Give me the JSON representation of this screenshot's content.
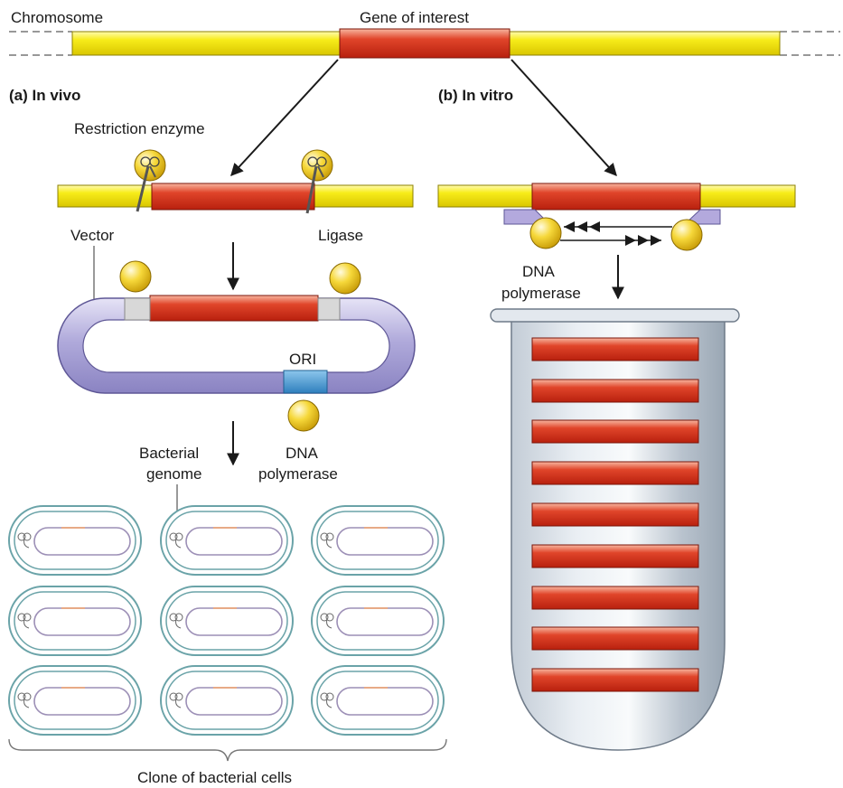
{
  "labels": {
    "chromosome": "Chromosome",
    "gene_of_interest": "Gene of interest",
    "in_vivo": "(a) In vivo",
    "in_vitro": "(b) In vitro",
    "restriction_enzyme": "Restriction enzyme",
    "vector": "Vector",
    "ligase": "Ligase",
    "ori": "ORI",
    "dna_polymerase_left_1": "DNA",
    "dna_polymerase_left_2": "polymerase",
    "bacterial_genome_1": "Bacterial",
    "bacterial_genome_2": "genome",
    "dna_polymerase_right_1": "DNA",
    "dna_polymerase_right_2": "polymerase",
    "clone_of_bacterial_cells": "Clone of bacterial cells"
  },
  "colors": {
    "chromosome_yellow": "#f2e500",
    "gene_red": "#d8301c",
    "vector_purple": "#a9a3d6",
    "ori_blue": "#3e8fc9",
    "enzyme_yellow": "#f4d21c",
    "cell_outline": "#6aa3a8"
  }
}
